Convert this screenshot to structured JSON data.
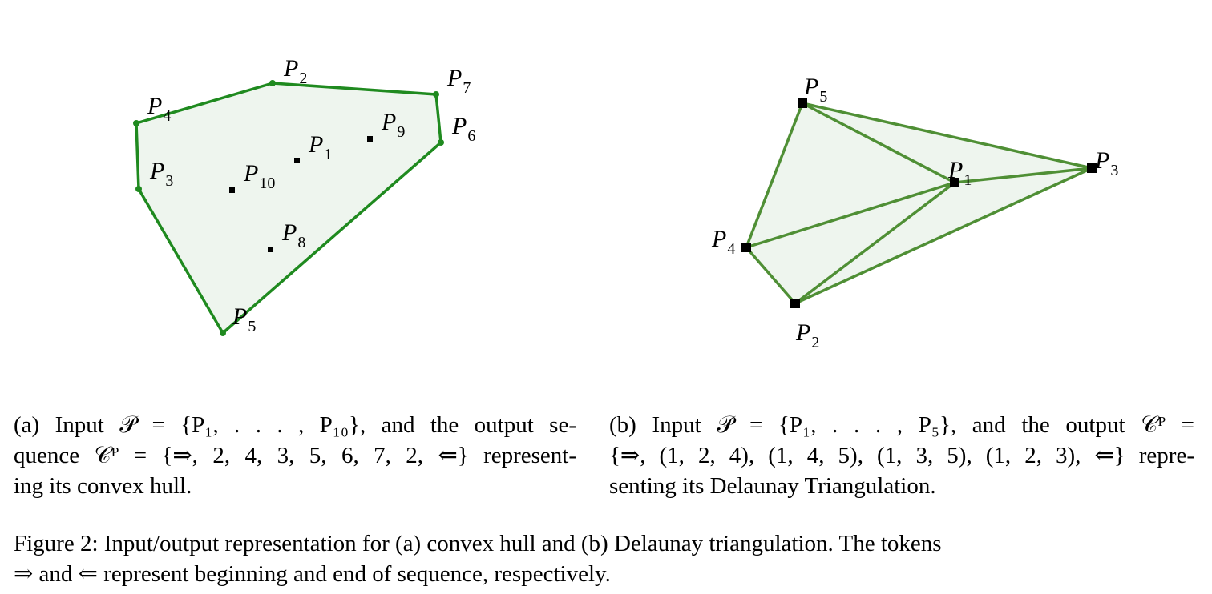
{
  "panel_a": {
    "points": [
      {
        "id": "P4",
        "name": "P",
        "sub": "4"
      },
      {
        "id": "P2",
        "name": "P",
        "sub": "2"
      },
      {
        "id": "P7",
        "name": "P",
        "sub": "7"
      },
      {
        "id": "P6",
        "name": "P",
        "sub": "6"
      },
      {
        "id": "P5",
        "name": "P",
        "sub": "5"
      },
      {
        "id": "P3",
        "name": "P",
        "sub": "3"
      },
      {
        "id": "P1",
        "name": "P",
        "sub": "1"
      },
      {
        "id": "P9",
        "name": "P",
        "sub": "9"
      },
      {
        "id": "P10",
        "name": "P",
        "sub": "10"
      },
      {
        "id": "P8",
        "name": "P",
        "sub": "8"
      }
    ],
    "hull_color": "#1f8a1f",
    "fill_color": "#eef5ee",
    "caption_lines": [
      "(a) Input 𝒫 = {P₁, . . . , P₁₀}, and the output se-",
      "quence 𝒞ᴾ = {⇒, 2, 4, 3, 5, 6, 7, 2, ⇐} represent-",
      "ing its convex hull."
    ]
  },
  "panel_b": {
    "points": [
      {
        "id": "P5",
        "name": "P",
        "sub": "5"
      },
      {
        "id": "P1",
        "name": "P",
        "sub": "1"
      },
      {
        "id": "P3",
        "name": "P",
        "sub": "3"
      },
      {
        "id": "P4",
        "name": "P",
        "sub": "4"
      },
      {
        "id": "P2",
        "name": "P",
        "sub": "2"
      }
    ],
    "edge_color": "#4f8f35",
    "fill_color": "#eef5ee",
    "caption_lines": [
      "(b) Input 𝒫 = {P₁, . . . , P₅}, and the output 𝒞ᴾ =",
      "{⇒, (1, 2, 4), (1, 4, 5), (1, 3, 5), (1, 2, 3), ⇐} repre-",
      "senting its Delaunay Triangulation."
    ]
  },
  "figure_caption_lines": [
    "Figure 2: Input/output representation for (a) convex hull and (b) Delaunay triangulation. The tokens",
    "⇒ and ⇐ represent beginning and end of sequence, respectively."
  ]
}
